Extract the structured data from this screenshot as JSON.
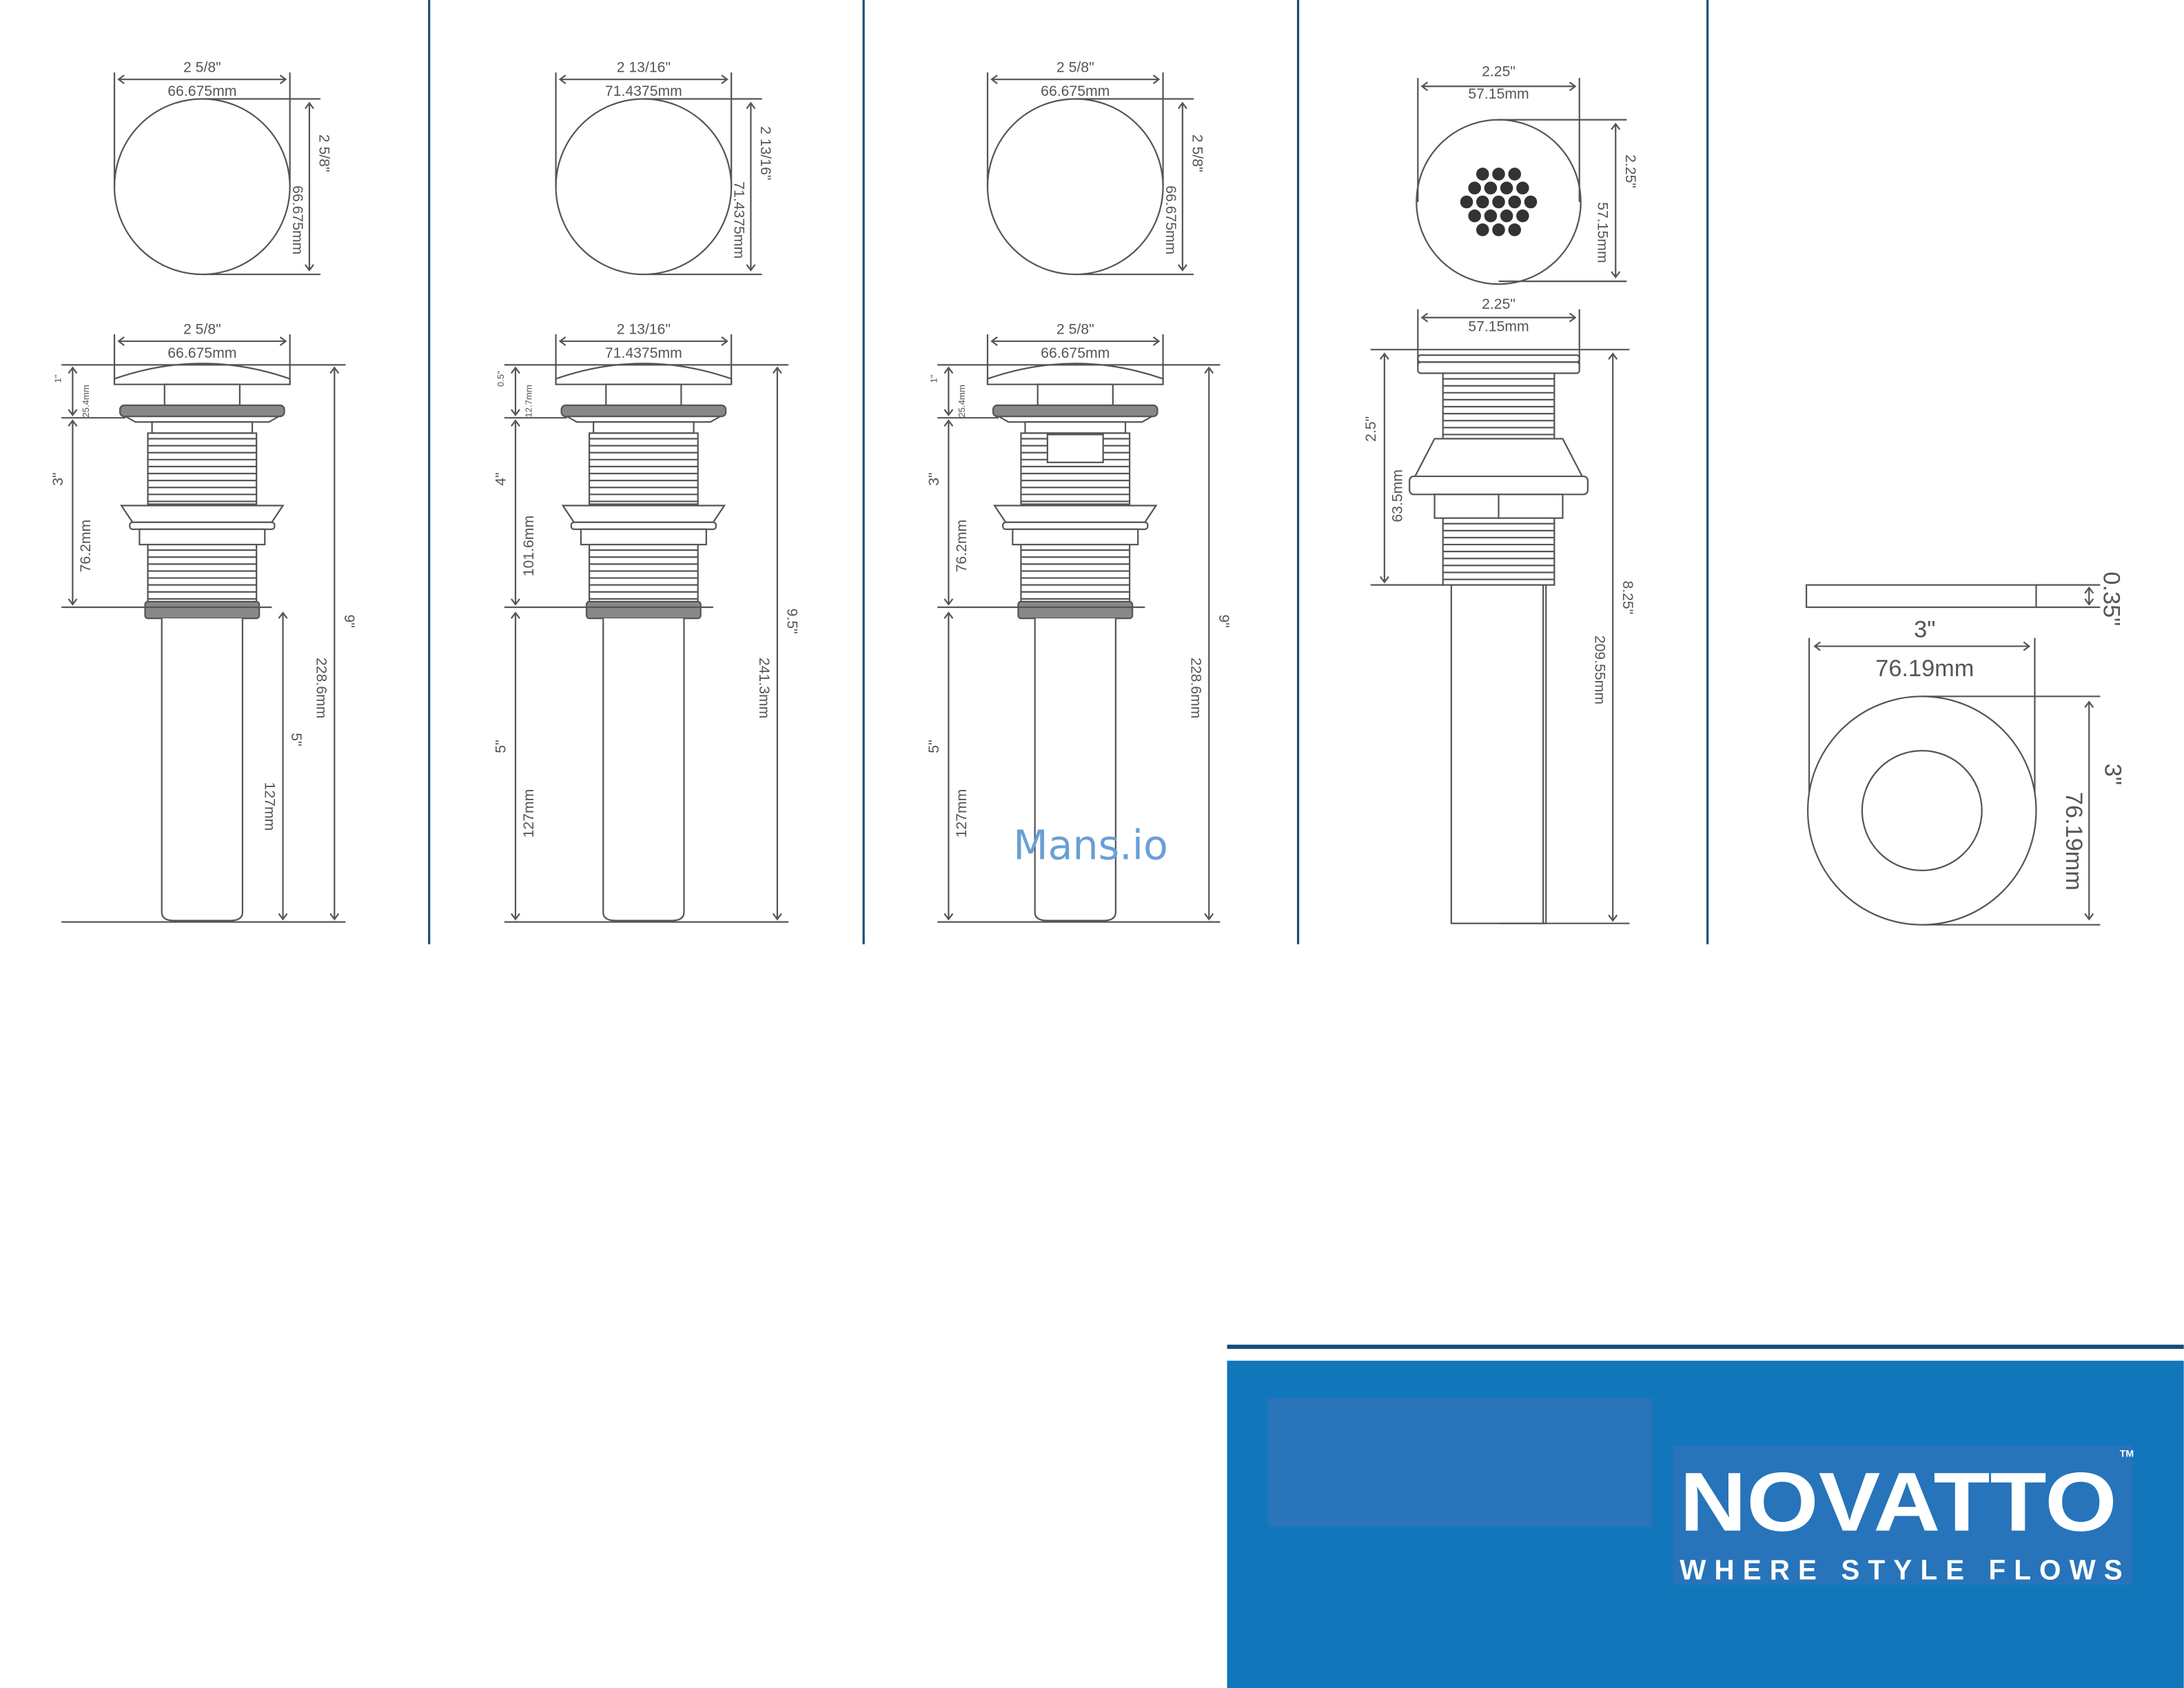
{
  "colors": {
    "divider": "#1d4f78",
    "brand_blue": "#1276bb",
    "panel_inner": "#2a74ba",
    "drawing": "#555555",
    "watermark": "#6a9fd4"
  },
  "panels": [
    {
      "top_width_in": "2 5/8\"",
      "top_width_mm": "66.675mm",
      "top_height_in": "2 5/8\"",
      "top_height_mm": "66.675mm",
      "side_width_in": "2 5/8\"",
      "side_width_mm": "66.675mm",
      "cap_in": "1\"",
      "cap_mm": "25.4mm",
      "body_in": "3\"",
      "body_mm": "76.2mm",
      "total_in": "9\"",
      "total_mm": "228.6mm",
      "tail_in": "5\"",
      "tail_mm": "127mm"
    },
    {
      "top_width_in": "2 13/16\"",
      "top_width_mm": "71.4375mm",
      "top_height_in": "2 13/16\"",
      "top_height_mm": "71.4375mm",
      "side_width_in": "2 13/16\"",
      "side_width_mm": "71.4375mm",
      "cap_in": "0.5\"",
      "cap_mm": "12.7mm",
      "body_in": "4\"",
      "body_mm": "101.6mm",
      "total_in": "9.5\"",
      "total_mm": "241.3mm",
      "tail_in": "5\"",
      "tail_mm": "127mm"
    },
    {
      "top_width_in": "2 5/8\"",
      "top_width_mm": "66.675mm",
      "top_height_in": "2 5/8\"",
      "top_height_mm": "66.675mm",
      "side_width_in": "2 5/8\"",
      "side_width_mm": "66.675mm",
      "cap_in": "1\"",
      "cap_mm": "25.4mm",
      "body_in": "3\"",
      "body_mm": "76.2mm",
      "total_in": "9\"",
      "total_mm": "228.6mm",
      "tail_in": "5\"",
      "tail_mm": "127mm"
    },
    {
      "top_width_in": "2.25\"",
      "top_width_mm": "57.15mm",
      "top_height_in": "2.25\"",
      "top_height_mm": "57.15mm",
      "side_width_in": "2.25\"",
      "side_width_mm": "57.15mm",
      "body_in": "2.5\"",
      "body_mm": "63.5mm",
      "total_in": "8.25\"",
      "total_mm": "209.55mm"
    },
    {
      "thickness_in": "0.35\"",
      "width_in": "3\"",
      "width_mm": "76.19mm",
      "height_in": "3\"",
      "height_mm": "76.19mm"
    }
  ],
  "watermark": "Mans.io",
  "logo": {
    "name": "NOVATTO",
    "tagline": "WHERE STYLE FLOWS",
    "mark": "TM"
  }
}
